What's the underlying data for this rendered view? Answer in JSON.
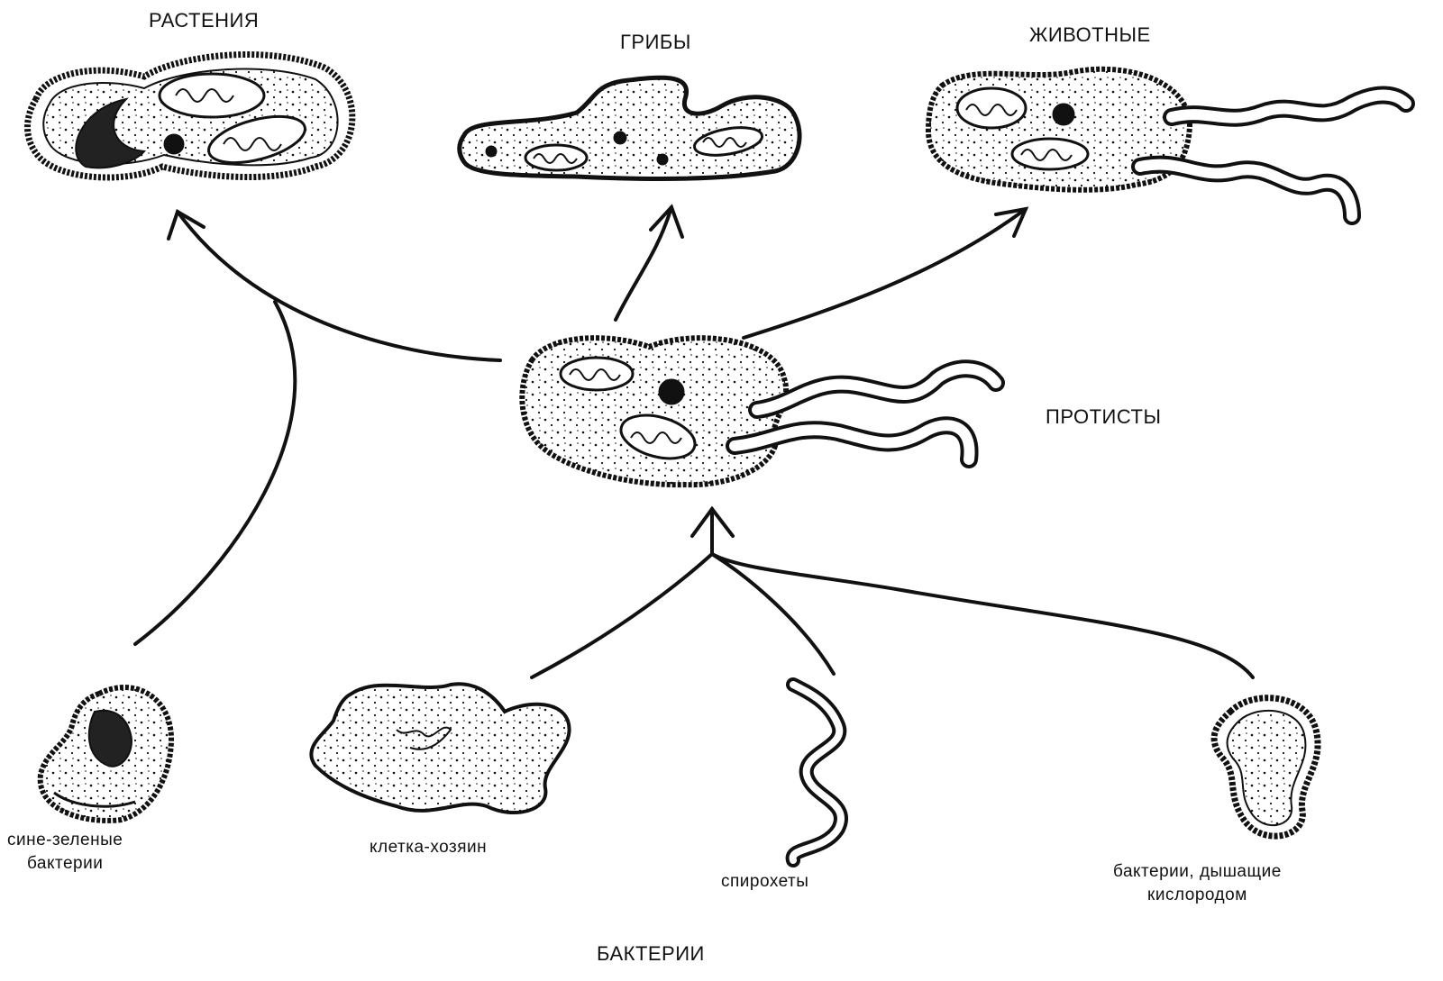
{
  "labels": {
    "plants": "РАСТЕНИЯ",
    "fungi": "ГРИБЫ",
    "animals": "ЖИВОТНЫЕ",
    "protists": "ПРОТИСТЫ",
    "cyanobacteria_line1": "сине-зеленые",
    "cyanobacteria_line2": "бактерии",
    "host_cell": "клетка-хозяин",
    "spirochetes": "спирохеты",
    "aerobic_line1": "бактерии, дышащие",
    "aerobic_line2": "кислородом",
    "bacteria": "БАКТЕРИИ"
  },
  "colors": {
    "ink": "#111111",
    "paper": "#ffffff"
  }
}
